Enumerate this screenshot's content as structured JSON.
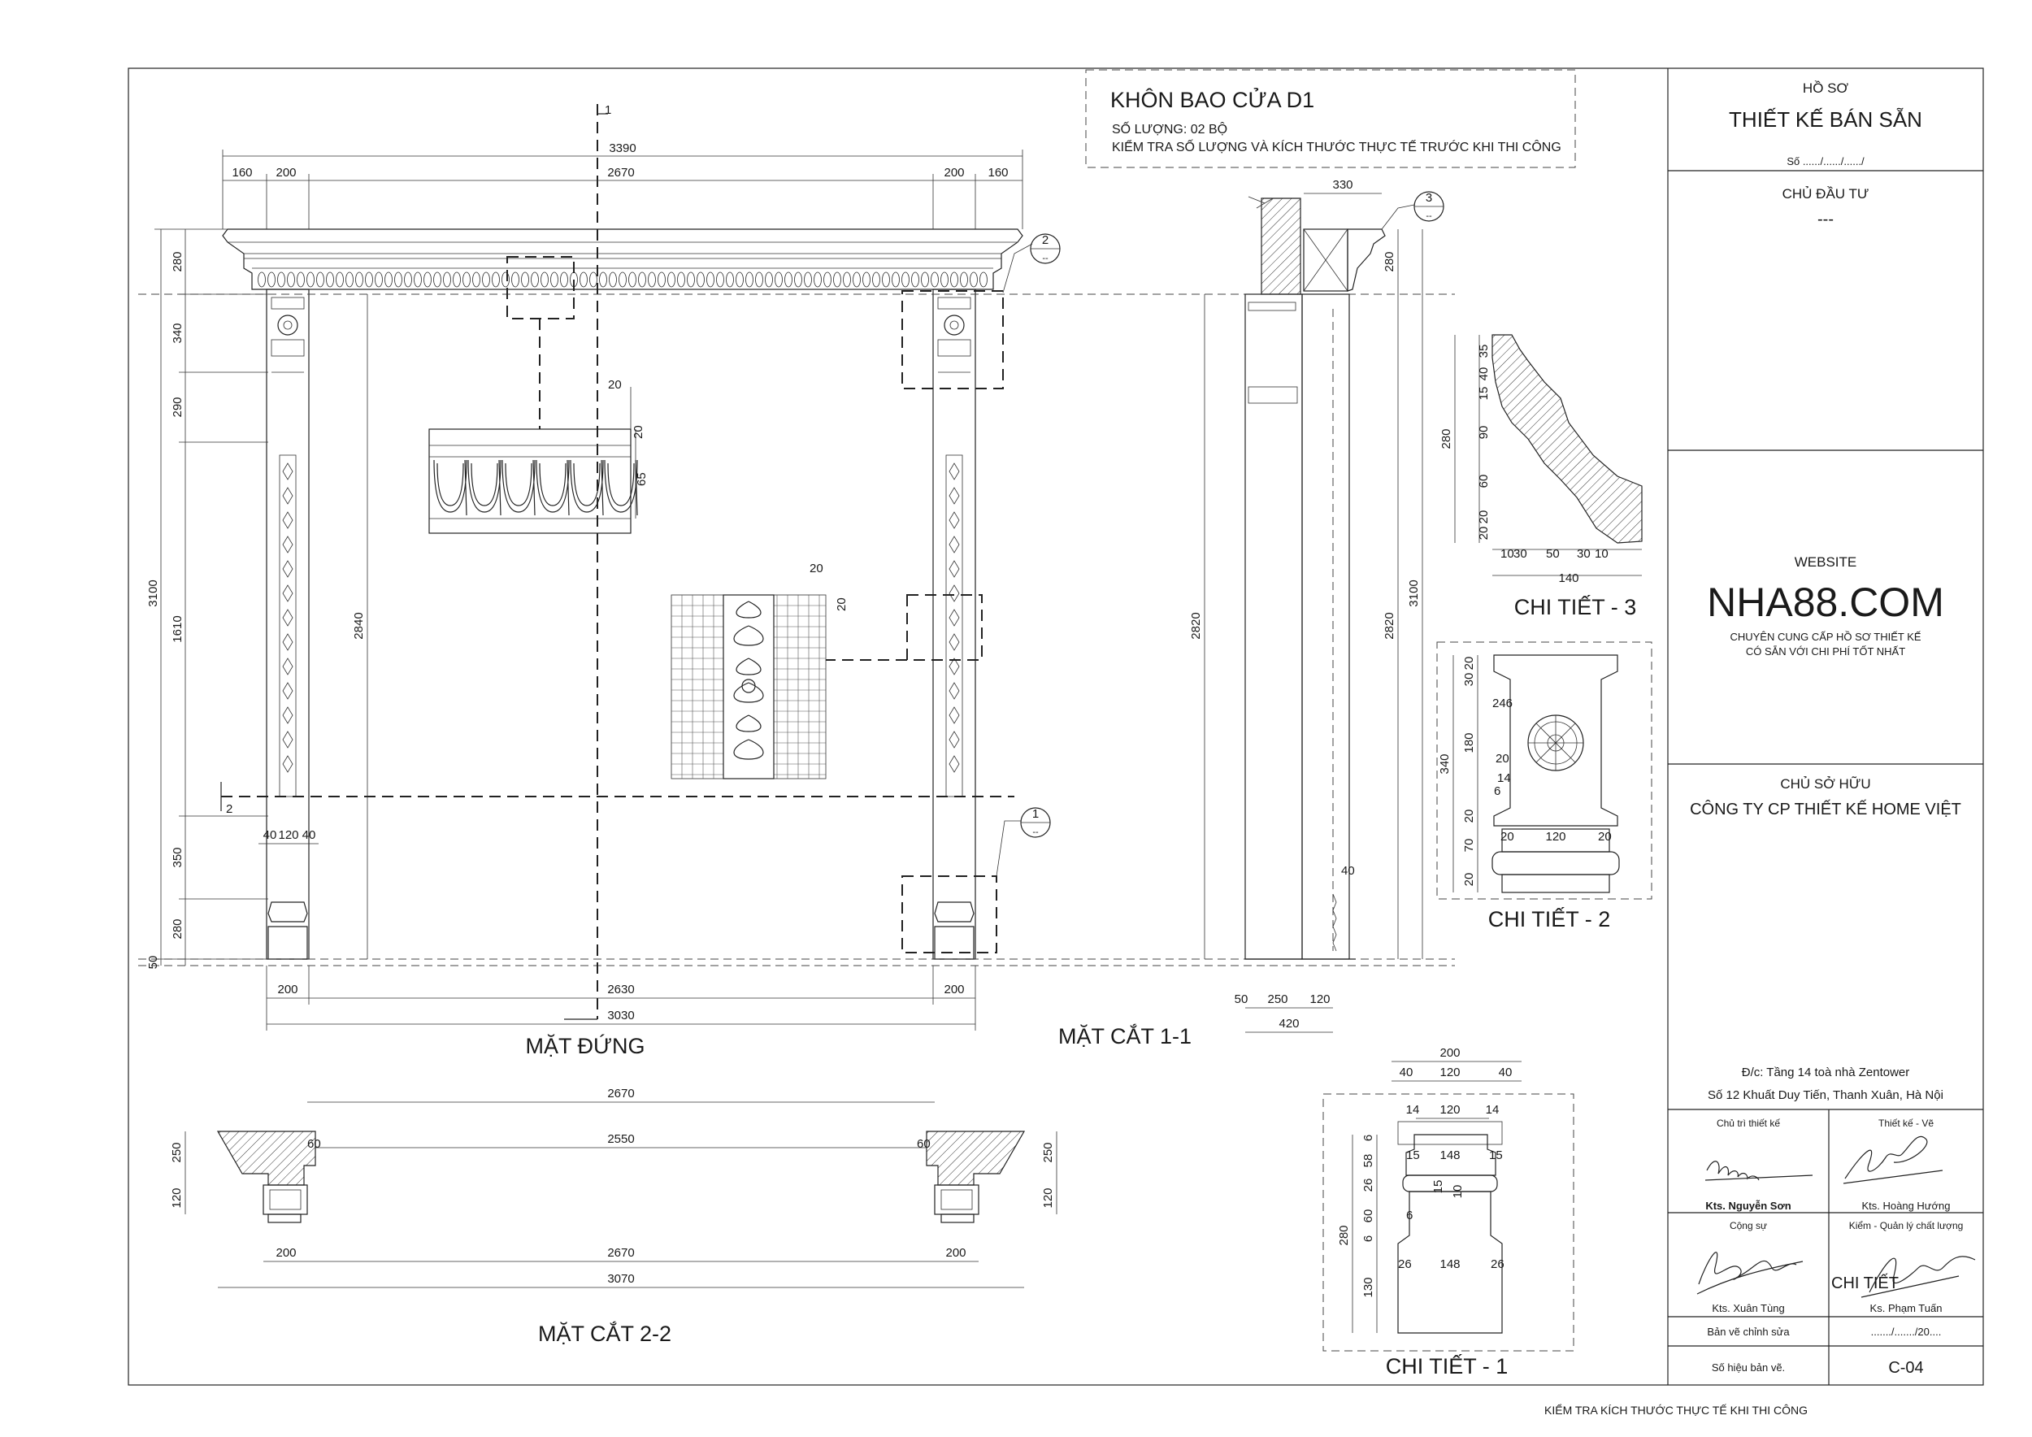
{
  "header": {
    "title": "KHÔN BAO CỬA D1",
    "quantity": "SỐ LƯỢNG: 02 BỘ",
    "note": "KIỂM TRA SỐ LƯỢNG VÀ KÍCH THƯỚC THỰC TẾ TRƯỚC KHI THI CÔNG"
  },
  "titleblock": {
    "ho_so_label": "HỒ SƠ",
    "ho_so_value": "THIẾT KẾ BÁN SẴN",
    "so": "Số ....../....../....../",
    "chu_dau_tu_label": "CHỦ ĐẦU TƯ",
    "chu_dau_tu_value": "---",
    "website_label": "WEBSITE",
    "website": "NHA88.COM",
    "slogan1": "CHUYÊN CUNG CẤP HỒ SƠ THIẾT KẾ",
    "slogan2": "CÓ SẴN VỚI CHI PHÍ TỐT NHẤT",
    "chu_so_huu_label": "CHỦ SỞ HỮU",
    "chu_so_huu_value": "CÔNG TY CP THIẾT KẾ HOME VIỆT",
    "address1": "Đ/c: Tầng 14 toà nhà Zentower",
    "address2": "Số 12 Khuất Duy Tiến, Thanh Xuân, Hà Nội",
    "role_chu_tri": "Chủ trì thiết kế",
    "role_thiet_ke": "Thiết kế - Vẽ",
    "name_chu_tri": "Kts. Nguyễn Sơn",
    "name_thiet_ke": "Kts. Hoàng Hướng",
    "role_cong_su": "Cộng sự",
    "role_kiem": "Kiểm - Quản lý chất lượng",
    "name_cong_su": "Kts. Xuân Tùng",
    "name_kiem": "Ks. Phạm Tuấn",
    "ban_ve_label": "Bản vẽ chỉnh sửa",
    "ban_ve_value": "......./......./20....",
    "so_hieu_label": "Số hiệu bản vẽ.",
    "so_hieu_value": "C-04",
    "sig_overlay_text": "CHI TIẾT"
  },
  "footer_note": "KIỂM TRA KÍCH THƯỚC THỰC TẾ KHI THI CÔNG",
  "views": {
    "elevation_title": "MẶT ĐỨNG",
    "section11_title": "MẶT CẮT 1-1",
    "section22_title": "MẶT CẮT 2-2",
    "detail1_title": "CHI TIẾT - 1",
    "detail2_title": "CHI TIẾT - 2",
    "detail3_title": "CHI TIẾT - 3"
  },
  "markers": {
    "cut1_label": "1",
    "cut2_label": "2",
    "callout1": "1",
    "callout2": "2",
    "callout3": "3",
    "callout_dash": "--"
  },
  "dims_elevation": {
    "top_overall": "3390",
    "top_a": "160",
    "top_b": "200",
    "top_c": "2670",
    "top_d": "200",
    "top_e": "160",
    "left_280": "280",
    "left_340": "340",
    "left_290": "290",
    "left_3100": "3100",
    "left_1610": "1610",
    "left_350": "350",
    "left_280b": "280",
    "left_50": "50",
    "inner_2840": "2840",
    "col_40a": "40",
    "col_120": "120",
    "col_40b": "40",
    "bot_200a": "200",
    "bot_2630": "2630",
    "bot_200b": "200",
    "bot_3030": "3030",
    "egg_20a": "20",
    "egg_20b": "20",
    "egg_65": "65",
    "leaf_20a": "20",
    "leaf_20b": "20"
  },
  "dims_section11": {
    "top_330": "330",
    "h_280": "280",
    "h_2820a": "2820",
    "h_2820b": "2820",
    "h_3100": "3100",
    "h_40": "40",
    "b_50": "50",
    "b_250": "250",
    "b_120": "120",
    "b_420": "420"
  },
  "dims_detail3": {
    "v35": "35",
    "v15": "15",
    "v40": "40",
    "v90": "90",
    "v60": "60",
    "v20a": "20",
    "v20b": "20",
    "v280": "280",
    "h10a": "10",
    "h30a": "30",
    "h50": "50",
    "h30b": "30",
    "h10b": "10",
    "h140": "140"
  },
  "dims_detail2": {
    "v20": "20",
    "v30": "30",
    "v180": "180",
    "v340": "340",
    "v20b": "20",
    "v70": "70",
    "v20c": "20",
    "h246": "246",
    "h20a": "20",
    "h14": "14",
    "h6": "6",
    "h20b": "20",
    "h120": "120",
    "h20c": "20"
  },
  "dims_section22": {
    "top_2670": "2670",
    "mid_2550": "2550",
    "l60": "60",
    "r60": "60",
    "l250": "250",
    "l120": "120",
    "r250": "250",
    "r120": "120",
    "b200a": "200",
    "b2670": "2670",
    "b200b": "200",
    "b3070": "3070"
  },
  "dims_detail1": {
    "top_200": "200",
    "t40a": "40",
    "t120": "120",
    "t40b": "40",
    "m14a": "14",
    "m120": "120",
    "m14b": "14",
    "v6a": "6",
    "v58": "58",
    "v26": "26",
    "v60": "60",
    "v6b": "6",
    "v130": "130",
    "v280": "280",
    "h15a": "15",
    "h148a": "148",
    "h15b": "15",
    "h15c": "15",
    "h10": "10",
    "h6": "6",
    "h26a": "26",
    "h148b": "148",
    "h26b": "26"
  }
}
